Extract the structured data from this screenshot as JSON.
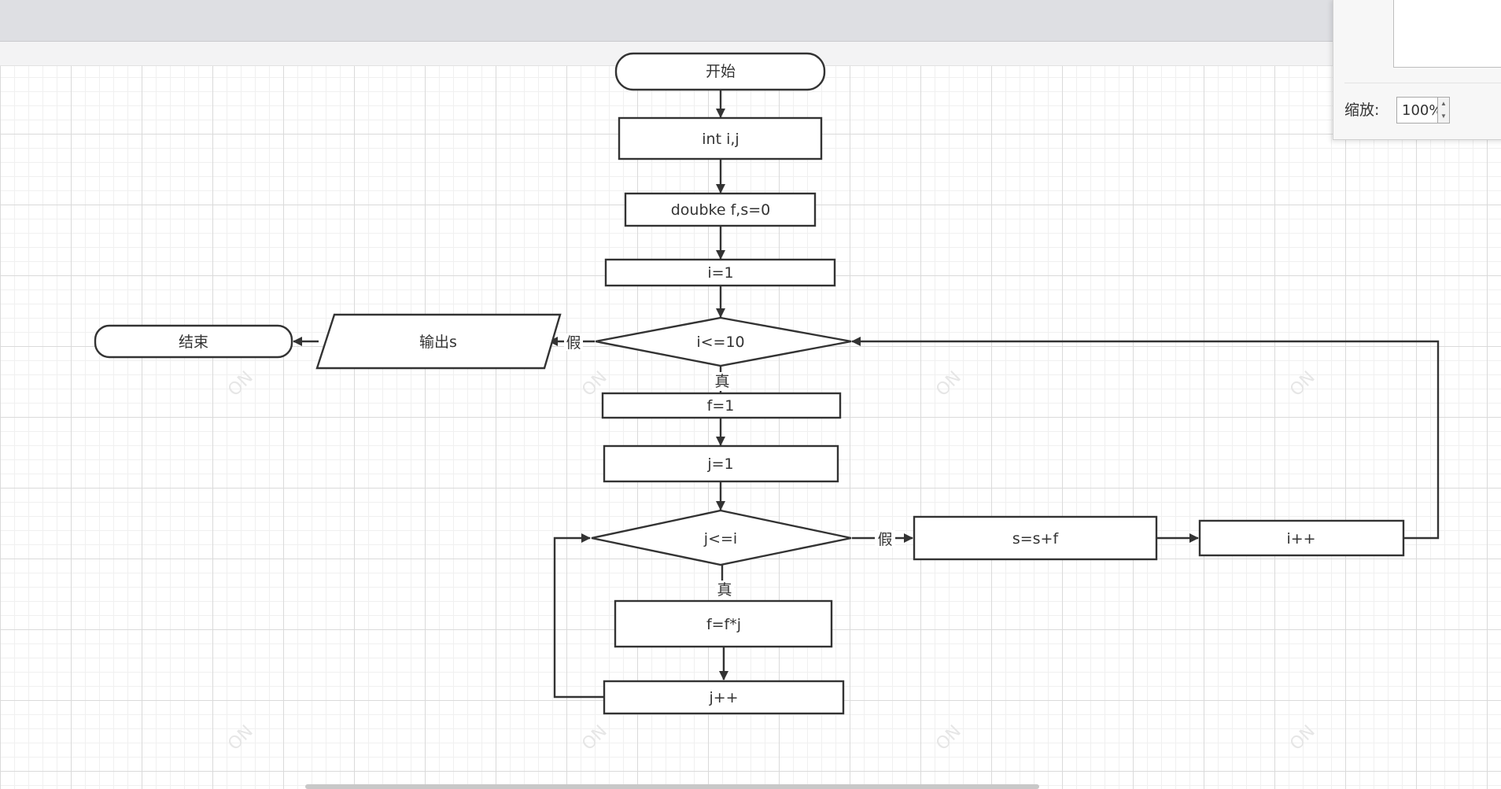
{
  "nodes": {
    "start": "开始",
    "decl_ij": "int i,j",
    "decl_fs": "doubke f,s=0",
    "init_i": "i=1",
    "cond_i": "i<=10",
    "output_s": "输出s",
    "end": "结束",
    "init_f": "f=1",
    "init_j": "j=1",
    "cond_j": "j<=i",
    "update_f": "f=f*j",
    "incr_j": "j++",
    "update_s": "s=s+f",
    "incr_i": "i++"
  },
  "edge_labels": {
    "cond_i_true": "真",
    "cond_i_false": "假",
    "cond_j_true": "真",
    "cond_j_false": "假"
  },
  "zoom": {
    "label": "缩放:",
    "value": "100%"
  },
  "colors": {
    "stroke": "#333333",
    "toolbar": "#dedfe3",
    "grid_major": "#dadada",
    "grid_minor": "#f0f0f0"
  }
}
